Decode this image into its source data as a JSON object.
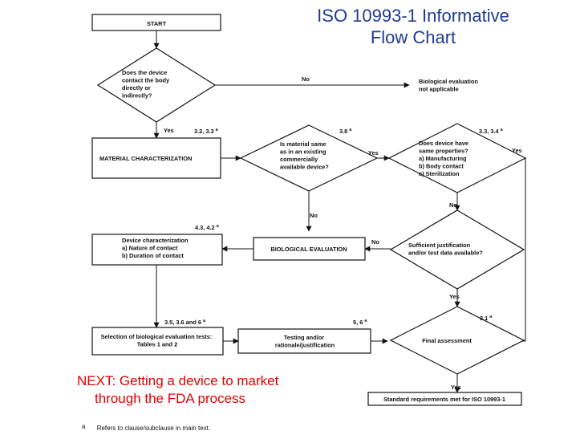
{
  "title": {
    "line1": "ISO 10993-1 Informative",
    "line2": "Flow Chart"
  },
  "next_note": {
    "line1": "NEXT: Getting a device to market",
    "line2": "through the FDA process"
  },
  "footnote": {
    "mark": "a",
    "text": "Refers to clause/subclause in main text."
  },
  "colors": {
    "title": "#1f3a93",
    "note": "#e00000",
    "lines": "#111111"
  },
  "nodes": [
    {
      "id": "start",
      "lines": [
        "START"
      ]
    },
    {
      "id": "contact",
      "lines": [
        "Does the device",
        "contact the body",
        "directly or",
        "indirectly?"
      ]
    },
    {
      "id": "not_applicable",
      "lines": [
        "Biological evaluation",
        "not applicable"
      ]
    },
    {
      "id": "material_char",
      "lines": [
        "MATERIAL CHARACTERIZATION"
      ]
    },
    {
      "id": "same_material",
      "lines": [
        "Is material same",
        "as in an existing",
        "commercially",
        "available device?"
      ]
    },
    {
      "id": "same_properties",
      "lines": [
        "Does device have",
        "same properties?",
        "a) Manufacturing",
        "b) Body contact",
        "c) Sterilization"
      ]
    },
    {
      "id": "device_char",
      "lines": [
        "Device characterization",
        "a) Nature of contact",
        "b) Duration of contact"
      ]
    },
    {
      "id": "bio_eval",
      "lines": [
        "BIOLOGICAL EVALUATION"
      ]
    },
    {
      "id": "sufficient",
      "lines": [
        "Sufficient justification",
        "and/or test data available?"
      ]
    },
    {
      "id": "selection",
      "lines": [
        "Selection of biological evaluation tests:",
        "Tables 1 and 2"
      ]
    },
    {
      "id": "testing",
      "lines": [
        "Testing and/or",
        "rationale/justification"
      ]
    },
    {
      "id": "final",
      "lines": [
        "Final assessment"
      ]
    },
    {
      "id": "standard_met",
      "lines": [
        "Standard requirements met for ISO 10993-1"
      ]
    }
  ],
  "edge_labels": [
    {
      "id": "contact_no",
      "text": "No"
    },
    {
      "id": "contact_yes",
      "text": "Yes"
    },
    {
      "id": "same_material_yes",
      "text": "Yes"
    },
    {
      "id": "same_material_no",
      "text": "No"
    },
    {
      "id": "same_properties_yes",
      "text": "Yes"
    },
    {
      "id": "same_properties_no",
      "text": "No"
    },
    {
      "id": "sufficient_no",
      "text": "No"
    },
    {
      "id": "sufficient_yes",
      "text": "Yes"
    },
    {
      "id": "final_yes",
      "text": "Yes"
    }
  ],
  "references": [
    {
      "id": "ref_32_33",
      "text": "3.2, 3.3"
    },
    {
      "id": "ref_38",
      "text": "3.8"
    },
    {
      "id": "ref_33_34",
      "text": "3.3, 3.4"
    },
    {
      "id": "ref_43_42",
      "text": "4.3, 4.2"
    },
    {
      "id": "ref_35_36_6",
      "text": "3.5, 3.6 and 6"
    },
    {
      "id": "ref_5_6",
      "text": "5, 6"
    },
    {
      "id": "ref_31",
      "text": "3.1"
    }
  ]
}
